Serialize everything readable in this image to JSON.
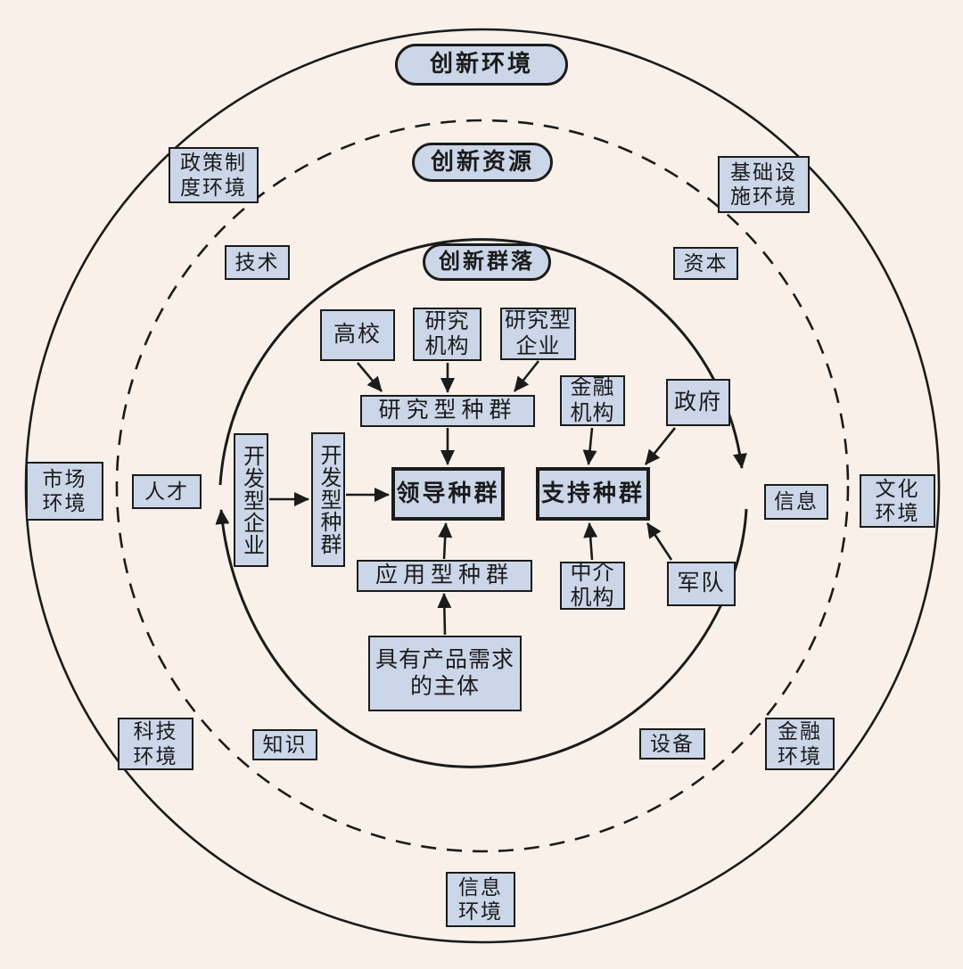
{
  "colors": {
    "background": "#f9f1e9",
    "node_fill": "#cbd6e8",
    "stroke": "#1b1b1b"
  },
  "rings": {
    "outer_label": "创新环境",
    "middle_label": "创新资源",
    "inner_label": "创新群落"
  },
  "environment_nodes": {
    "policy": "政策制\n度环境",
    "infrastructure": "基础设\n施环境",
    "market": "市场\n环境",
    "culture": "文化\n环境",
    "scitech": "科技\n环境",
    "finance": "金融\n环境",
    "information": "信息\n环境"
  },
  "resource_nodes": {
    "technology": "技术",
    "capital": "资本",
    "talent": "人才",
    "information": "信息",
    "knowledge": "知识",
    "equipment": "设备"
  },
  "community_nodes": {
    "university": "高校",
    "research_institute": "研究\n机构",
    "research_enterprise": "研究型\n企业",
    "research_population": "研究型种群",
    "financial_institution": "金融\n机构",
    "government": "政府",
    "development_enterprise": "开发型企业",
    "development_population": "开发型种群",
    "leading_population": "领导种群",
    "supporting_population": "支持种群",
    "application_population": "应用型种群",
    "intermediary": "中介\n机构",
    "military": "军队",
    "demand_subject": "具有产品需求\n的主体"
  },
  "edges": [
    {
      "from": "高校",
      "to": "研究型种群"
    },
    {
      "from": "研究机构",
      "to": "研究型种群"
    },
    {
      "from": "研究型企业",
      "to": "研究型种群"
    },
    {
      "from": "研究型种群",
      "to": "领导种群"
    },
    {
      "from": "开发型企业",
      "to": "开发型种群"
    },
    {
      "from": "开发型种群",
      "to": "领导种群"
    },
    {
      "from": "应用型种群",
      "to": "领导种群"
    },
    {
      "from": "具有产品需求的主体",
      "to": "应用型种群"
    },
    {
      "from": "金融机构",
      "to": "支持种群"
    },
    {
      "from": "政府",
      "to": "支持种群"
    },
    {
      "from": "中介机构",
      "to": "支持种群"
    },
    {
      "from": "军队",
      "to": "支持种群"
    },
    {
      "from": "创新群落内循环",
      "to": "顺时针循环箭头"
    }
  ]
}
